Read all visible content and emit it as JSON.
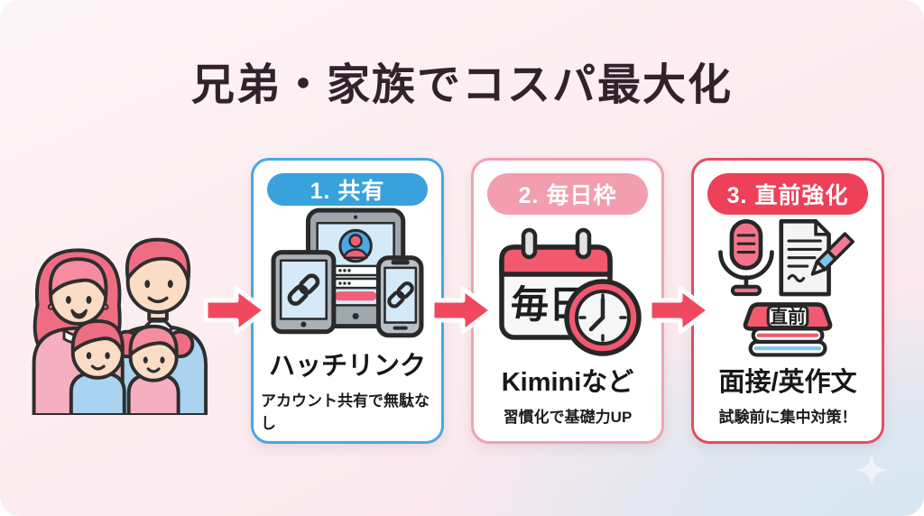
{
  "title": "兄弟・家族でコスパ最大化",
  "steps": [
    {
      "badge": "1. 共有",
      "title": "ハッチリンク",
      "subtitle": "アカウント共有で無駄なし"
    },
    {
      "badge": "2. 毎日枠",
      "title": "Kiminiなど",
      "subtitle": "習慣化で基礎力UP",
      "calendar_label": "毎日"
    },
    {
      "badge": "3. 直前強化",
      "title": "面接/英作文",
      "subtitle": "試験前に集中対策！",
      "book_label": "直前"
    }
  ],
  "icons": {
    "family": "family-of-four-illustration",
    "step1": "shared-devices-icon",
    "step2": "daily-calendar-clock-icon",
    "step3": "mic-document-books-icon",
    "arrow": "right-arrow-icon",
    "sparkle": "sparkle-icon"
  },
  "colors": {
    "step1_accent": "#39A2DC",
    "step2_accent": "#F29EAE",
    "step3_accent": "#EE4059",
    "arrow": "#F0485E",
    "title_text": "#33222B",
    "bg_pink": "#FBE9EE",
    "bg_blue": "#D9E7F2"
  }
}
